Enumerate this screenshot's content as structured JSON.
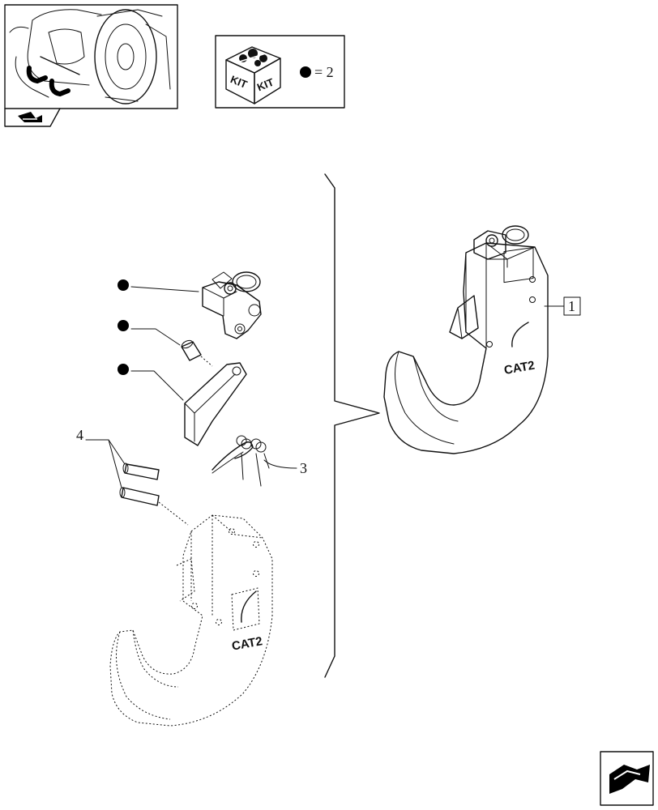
{
  "kit_box": {
    "kit_label_left": "KIT",
    "kit_label_right": "KIT",
    "bullet_symbol": "●",
    "equals_text": "= 2"
  },
  "callouts": {
    "item_1": "1",
    "item_3": "3",
    "item_4": "4"
  },
  "hook_marking": "CAT2",
  "icons": {
    "thumbnail": "tractor-rear-hitch-thumbnail",
    "nav_arrow_top": "nav-arrow-icon",
    "nav_arrow_bottom": "next-page-arrow-icon"
  }
}
